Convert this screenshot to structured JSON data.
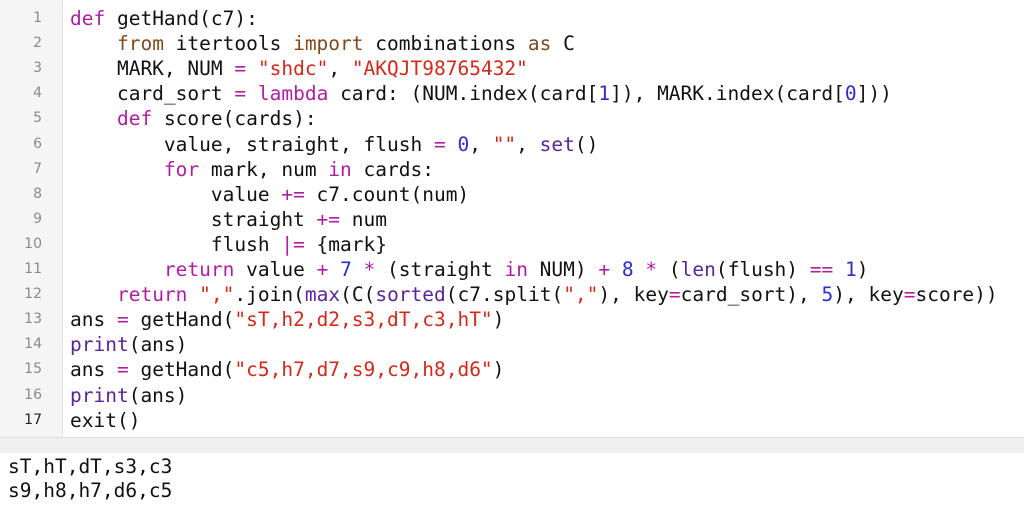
{
  "editor": {
    "current_line": 17,
    "lines": [
      [
        [
          "kw",
          "def"
        ],
        [
          "t",
          " getHand(c7):"
        ]
      ],
      [
        [
          "t",
          "    "
        ],
        [
          "imp",
          "from"
        ],
        [
          "t",
          " itertools "
        ],
        [
          "imp",
          "import"
        ],
        [
          "t",
          " combinations "
        ],
        [
          "imp",
          "as"
        ],
        [
          "t",
          " C"
        ]
      ],
      [
        [
          "t",
          "    MARK, NUM "
        ],
        [
          "op",
          "="
        ],
        [
          "t",
          " "
        ],
        [
          "str",
          "\"shdc\""
        ],
        [
          "t",
          ", "
        ],
        [
          "str",
          "\"AKQJT98765432\""
        ]
      ],
      [
        [
          "t",
          "    card_sort "
        ],
        [
          "op",
          "="
        ],
        [
          "t",
          " "
        ],
        [
          "kw",
          "lambda"
        ],
        [
          "t",
          " card: (NUM.index(card["
        ],
        [
          "num",
          "1"
        ],
        [
          "t",
          "]), MARK.index(card["
        ],
        [
          "num",
          "0"
        ],
        [
          "t",
          "]))"
        ]
      ],
      [
        [
          "t",
          "    "
        ],
        [
          "kw",
          "def"
        ],
        [
          "t",
          " score(cards):"
        ]
      ],
      [
        [
          "t",
          "        value, straight, flush "
        ],
        [
          "op",
          "="
        ],
        [
          "t",
          " "
        ],
        [
          "num",
          "0"
        ],
        [
          "t",
          ", "
        ],
        [
          "str",
          "\"\""
        ],
        [
          "t",
          ", "
        ],
        [
          "bi",
          "set"
        ],
        [
          "t",
          "()"
        ]
      ],
      [
        [
          "t",
          "        "
        ],
        [
          "kw",
          "for"
        ],
        [
          "t",
          " mark, num "
        ],
        [
          "kw",
          "in"
        ],
        [
          "t",
          " cards:"
        ]
      ],
      [
        [
          "t",
          "            value "
        ],
        [
          "op",
          "+="
        ],
        [
          "t",
          " c7.count(num)"
        ]
      ],
      [
        [
          "t",
          "            straight "
        ],
        [
          "op",
          "+="
        ],
        [
          "t",
          " num"
        ]
      ],
      [
        [
          "t",
          "            flush "
        ],
        [
          "op",
          "|="
        ],
        [
          "t",
          " {mark}"
        ]
      ],
      [
        [
          "t",
          "        "
        ],
        [
          "kw",
          "return"
        ],
        [
          "t",
          " value "
        ],
        [
          "op",
          "+"
        ],
        [
          "t",
          " "
        ],
        [
          "num",
          "7"
        ],
        [
          "t",
          " "
        ],
        [
          "op",
          "*"
        ],
        [
          "t",
          " (straight "
        ],
        [
          "kw",
          "in"
        ],
        [
          "t",
          " NUM) "
        ],
        [
          "op",
          "+"
        ],
        [
          "t",
          " "
        ],
        [
          "num",
          "8"
        ],
        [
          "t",
          " "
        ],
        [
          "op",
          "*"
        ],
        [
          "t",
          " ("
        ],
        [
          "bi",
          "len"
        ],
        [
          "t",
          "(flush) "
        ],
        [
          "op",
          "=="
        ],
        [
          "t",
          " "
        ],
        [
          "num",
          "1"
        ],
        [
          "t",
          ")"
        ]
      ],
      [
        [
          "t",
          "    "
        ],
        [
          "kw",
          "return"
        ],
        [
          "t",
          " "
        ],
        [
          "str",
          "\",\""
        ],
        [
          "t",
          ".join("
        ],
        [
          "bi",
          "max"
        ],
        [
          "t",
          "(C("
        ],
        [
          "bi",
          "sorted"
        ],
        [
          "t",
          "(c7.split("
        ],
        [
          "str",
          "\",\""
        ],
        [
          "t",
          "), key"
        ],
        [
          "op",
          "="
        ],
        [
          "t",
          "card_sort), "
        ],
        [
          "num",
          "5"
        ],
        [
          "t",
          "), key"
        ],
        [
          "op",
          "="
        ],
        [
          "t",
          "score))"
        ]
      ],
      [
        [
          "t",
          "ans "
        ],
        [
          "op",
          "="
        ],
        [
          "t",
          " getHand("
        ],
        [
          "str",
          "\"sT,h2,d2,s3,dT,c3,hT\""
        ],
        [
          "t",
          ")"
        ]
      ],
      [
        [
          "bi",
          "print"
        ],
        [
          "t",
          "(ans)"
        ]
      ],
      [
        [
          "t",
          "ans "
        ],
        [
          "op",
          "="
        ],
        [
          "t",
          " getHand("
        ],
        [
          "str",
          "\"c5,h7,d7,s9,c9,h8,d6\""
        ],
        [
          "t",
          ")"
        ]
      ],
      [
        [
          "bi",
          "print"
        ],
        [
          "t",
          "(ans)"
        ]
      ],
      [
        [
          "t",
          "exit()"
        ]
      ]
    ]
  },
  "output": {
    "lines": [
      "sT,hT,dT,s3,c3",
      "s9,h8,h7,d6,c5"
    ]
  }
}
